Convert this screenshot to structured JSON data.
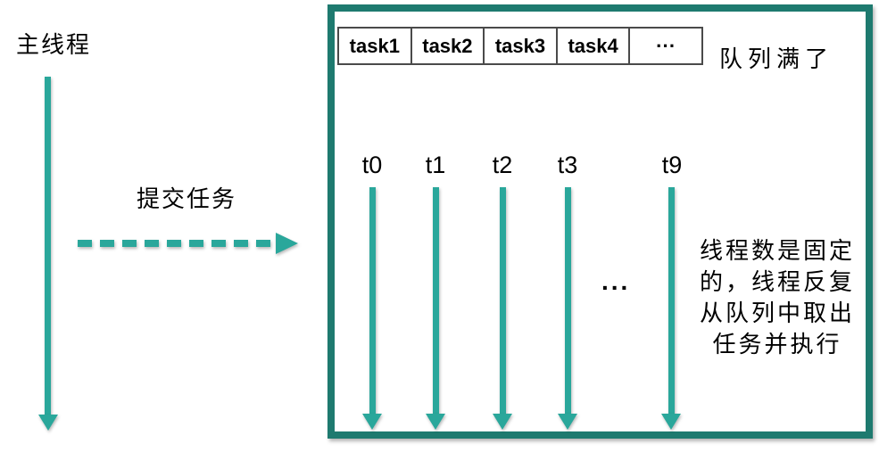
{
  "colors": {
    "arrow_teal": "#2aa79b",
    "box_border_teal": "#1e7a6f",
    "queue_cell_border": "#4a4a4a",
    "text": "#000000"
  },
  "left_panel": {
    "main_thread_label": "主线程",
    "submit_task_label": "提交任务"
  },
  "pool": {
    "queue": {
      "cells": [
        "task1",
        "task2",
        "task3",
        "task4",
        "···"
      ]
    },
    "queue_full_label": "队列满了",
    "threads": [
      {
        "label": "t0"
      },
      {
        "label": "t1"
      },
      {
        "label": "t2"
      },
      {
        "label": "t3"
      },
      {
        "label": "t9"
      }
    ],
    "threads_ellipsis": "...",
    "note_lines": [
      "线程数是固定",
      "的，线程反复",
      "从队列中取出",
      "任务并执行"
    ]
  }
}
